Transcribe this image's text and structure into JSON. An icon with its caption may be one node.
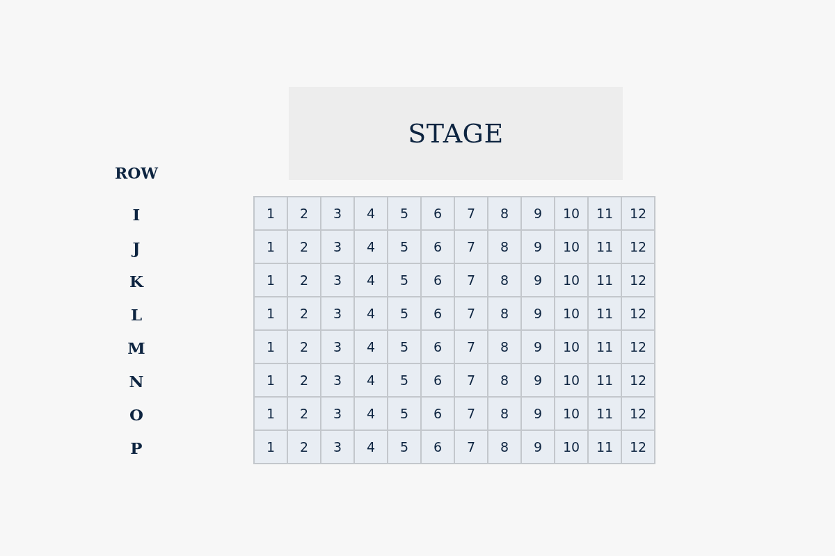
{
  "diagram": {
    "nodes": [
      {
        "text": [
          "STAGE"
        ]
      }
    ],
    "labels": [
      "ROW",
      "I",
      "1",
      "2",
      "3",
      "4",
      "5",
      "6",
      "7",
      "8",
      "9",
      "10",
      "11",
      "12",
      "J",
      "1",
      "2",
      "3",
      "4",
      "5",
      "6",
      "7",
      "8",
      "9",
      "10",
      "11",
      "12",
      "K",
      "1",
      "2",
      "3",
      "4",
      "5",
      "6",
      "7",
      "8",
      "9",
      "10",
      "11",
      "12",
      "L",
      "1",
      "2",
      "3",
      "4",
      "5",
      "6",
      "7",
      "8",
      "9",
      "10",
      "11",
      "12",
      "M",
      "1",
      "2",
      "3",
      "4",
      "5",
      "6",
      "7",
      "8",
      "9",
      "10",
      "11",
      "12",
      "N",
      "1",
      "2",
      "3",
      "4",
      "5",
      "6",
      "7",
      "8",
      "9",
      "10",
      "11",
      "12",
      "O",
      "1",
      "2",
      "3",
      "4",
      "5",
      "6",
      "7",
      "8",
      "9",
      "10",
      "11",
      "12",
      "P",
      "1",
      "2",
      "3",
      "4",
      "5",
      "6",
      "7",
      "8",
      "9",
      "10",
      "11",
      "12"
    ]
  }
}
